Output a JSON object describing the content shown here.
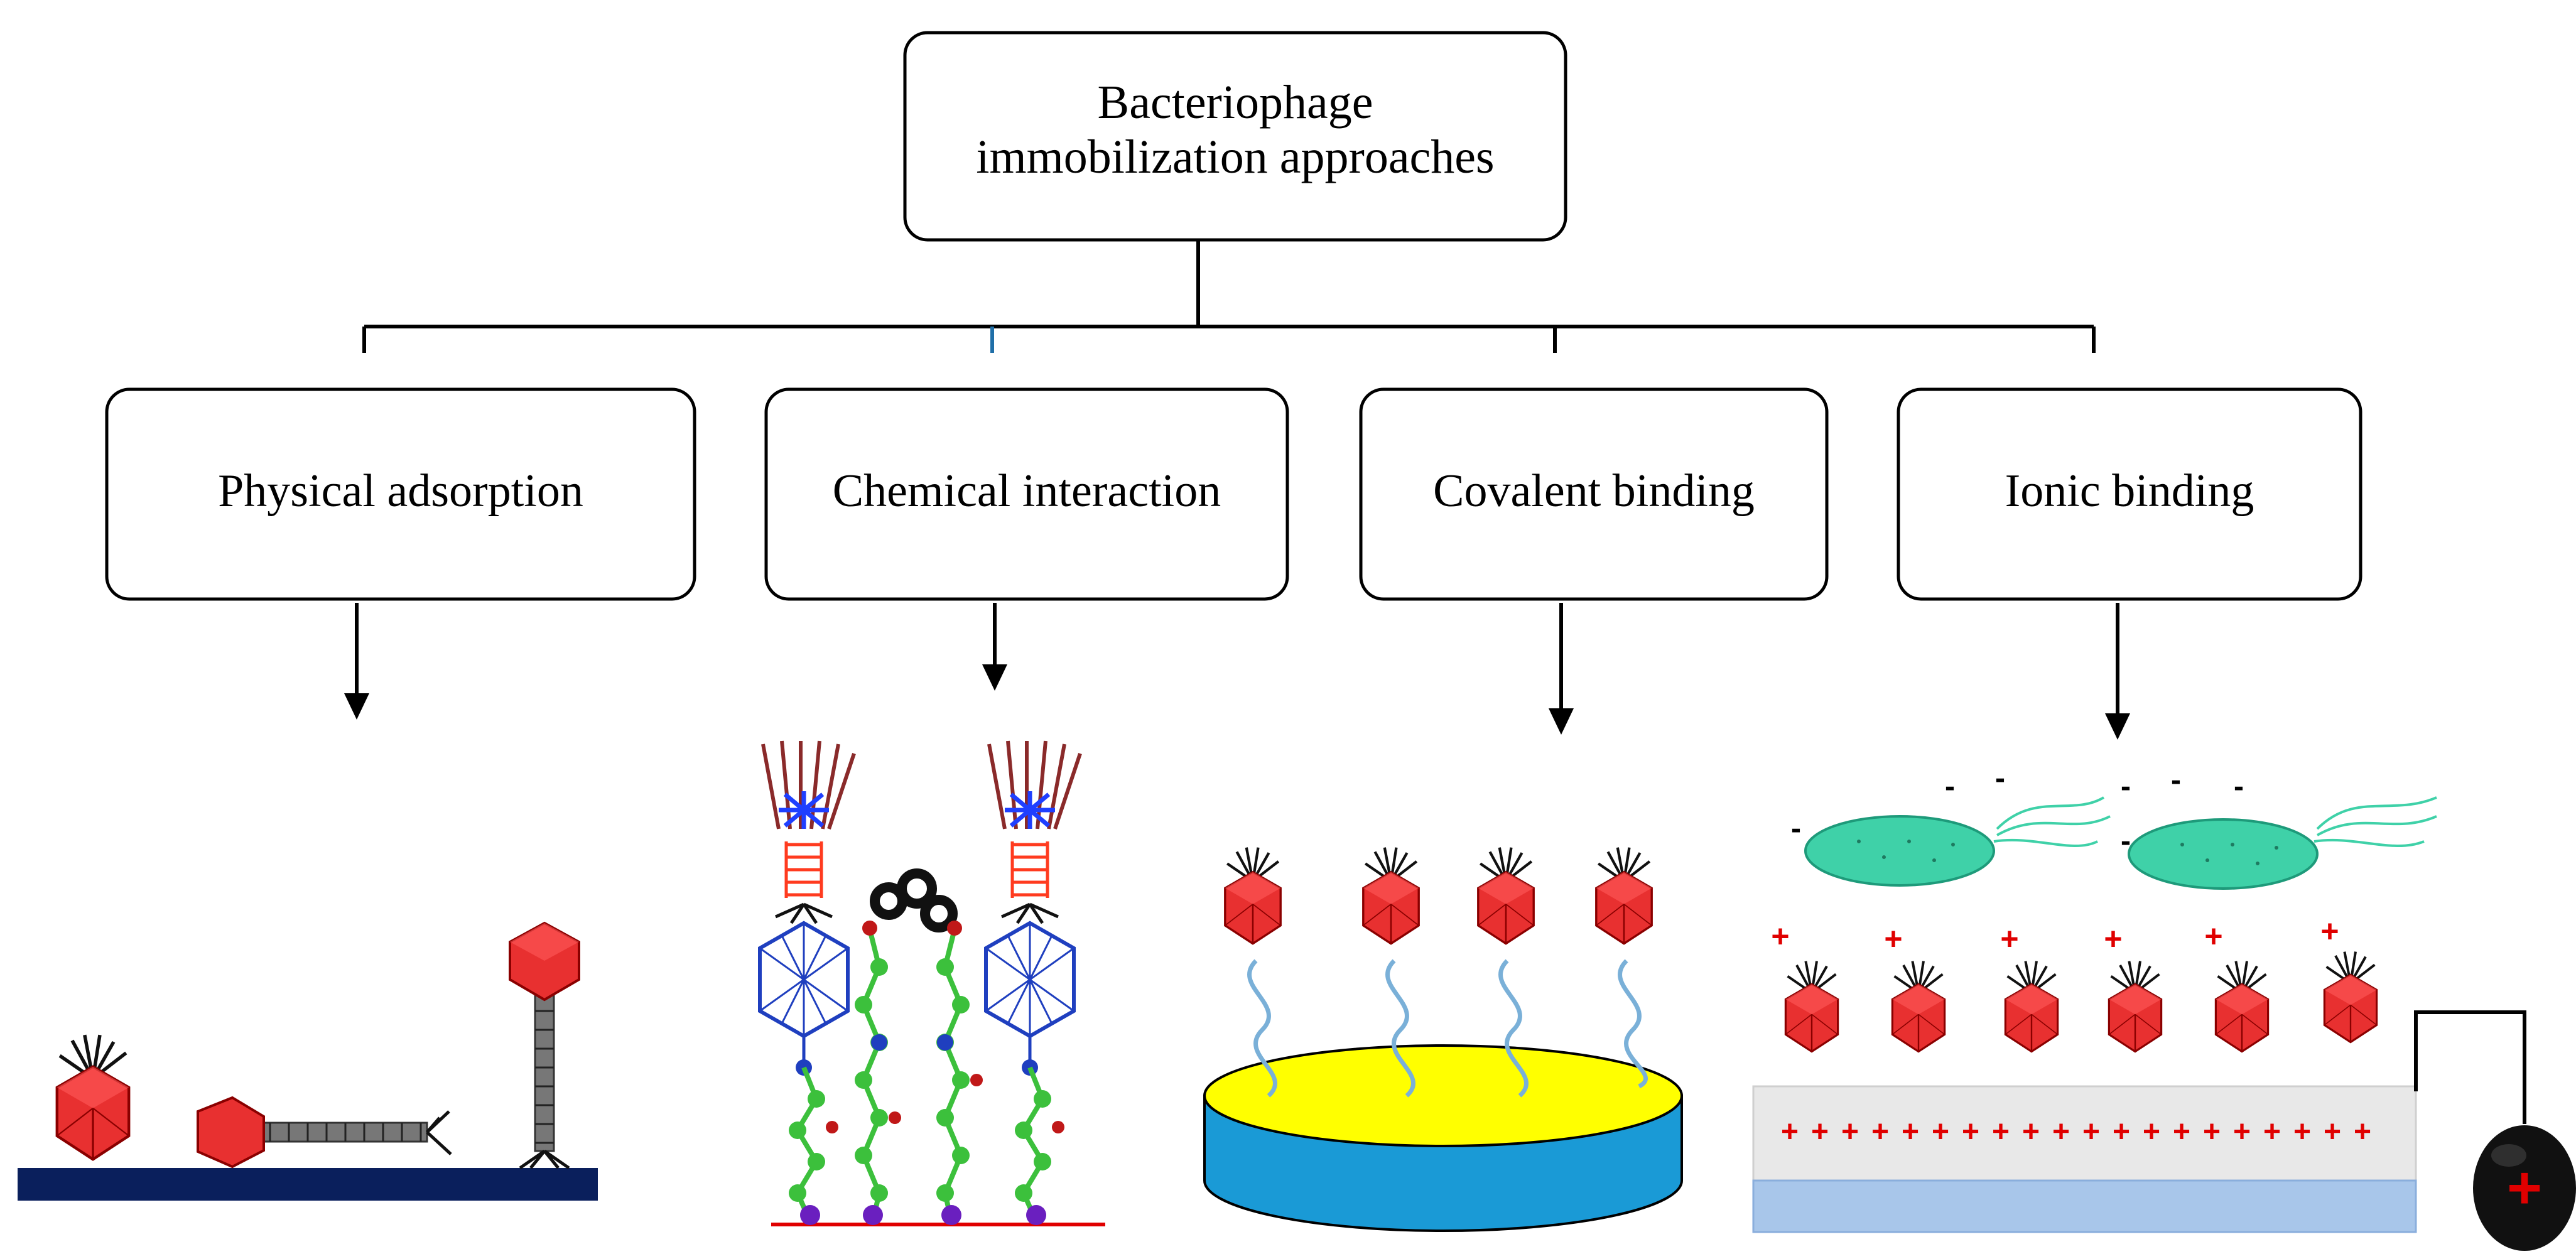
{
  "root": {
    "line1": "Bacteriophage",
    "line2": "immobilization approaches"
  },
  "methods": [
    {
      "label": "Physical adsorption"
    },
    {
      "label": "Chemical interaction"
    },
    {
      "label": "Covalent binding"
    },
    {
      "label": "Ionic binding"
    }
  ],
  "colors": {
    "phage_head": "#e83030",
    "phage_outline": "#8a0000",
    "substrate_navy": "#0a1f5c",
    "disc_top": "#ffff00",
    "disc_side": "#1a9ad6",
    "bacteria": "#3fd1a8",
    "charge": "#e00000",
    "chain_green": "#3cc03c",
    "chain_blue": "#1f3fbf",
    "linker": "#7ab0d8"
  },
  "charges": {
    "positive": "+",
    "negative": "-",
    "electrode": "+"
  }
}
